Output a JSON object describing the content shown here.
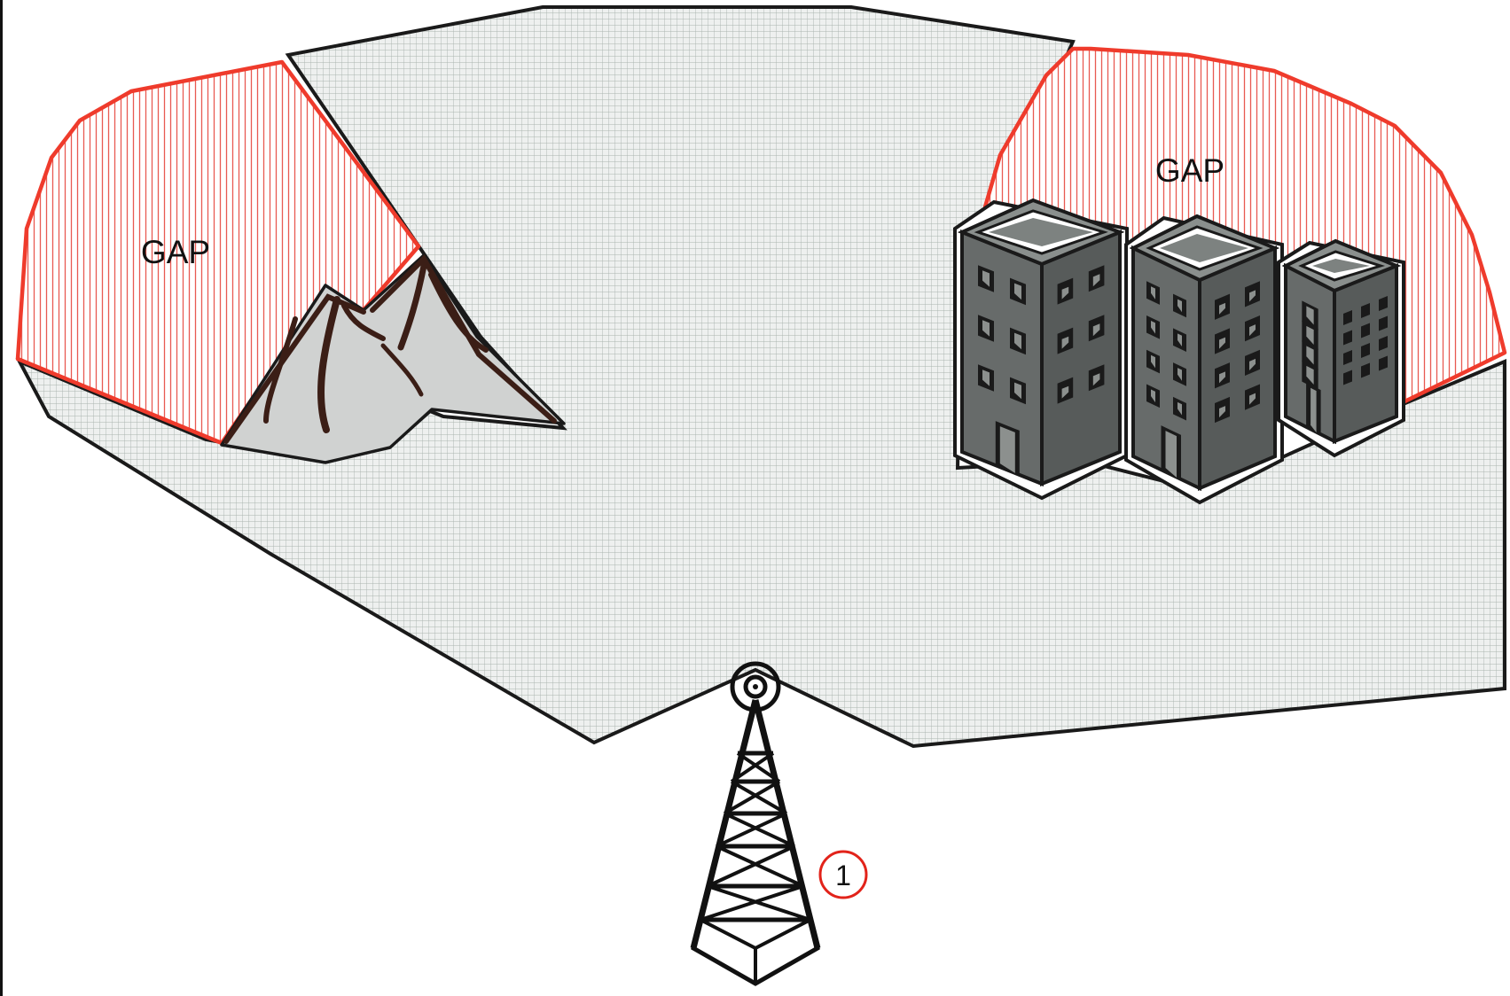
{
  "gap_labels": [
    "GAP",
    "GAP"
  ],
  "tower_marker": "1",
  "colors": {
    "coverage_fill": "#eef0ef",
    "coverage_grid": "#a9b3ae",
    "gap_hatch": "#e85a52",
    "gap_outline": "#ef3b2c",
    "outline": "#1a1a1a",
    "building_body": "#676b6a",
    "building_side": "#575b5a",
    "building_roof": "#8a8f8d",
    "mountain_fill": "#d0d2d1",
    "mountain_streak": "#3b1e16",
    "marker_ring": "#e2231a"
  },
  "icons": [
    "mountain-icon",
    "building-icon",
    "radio-tower-icon"
  ]
}
